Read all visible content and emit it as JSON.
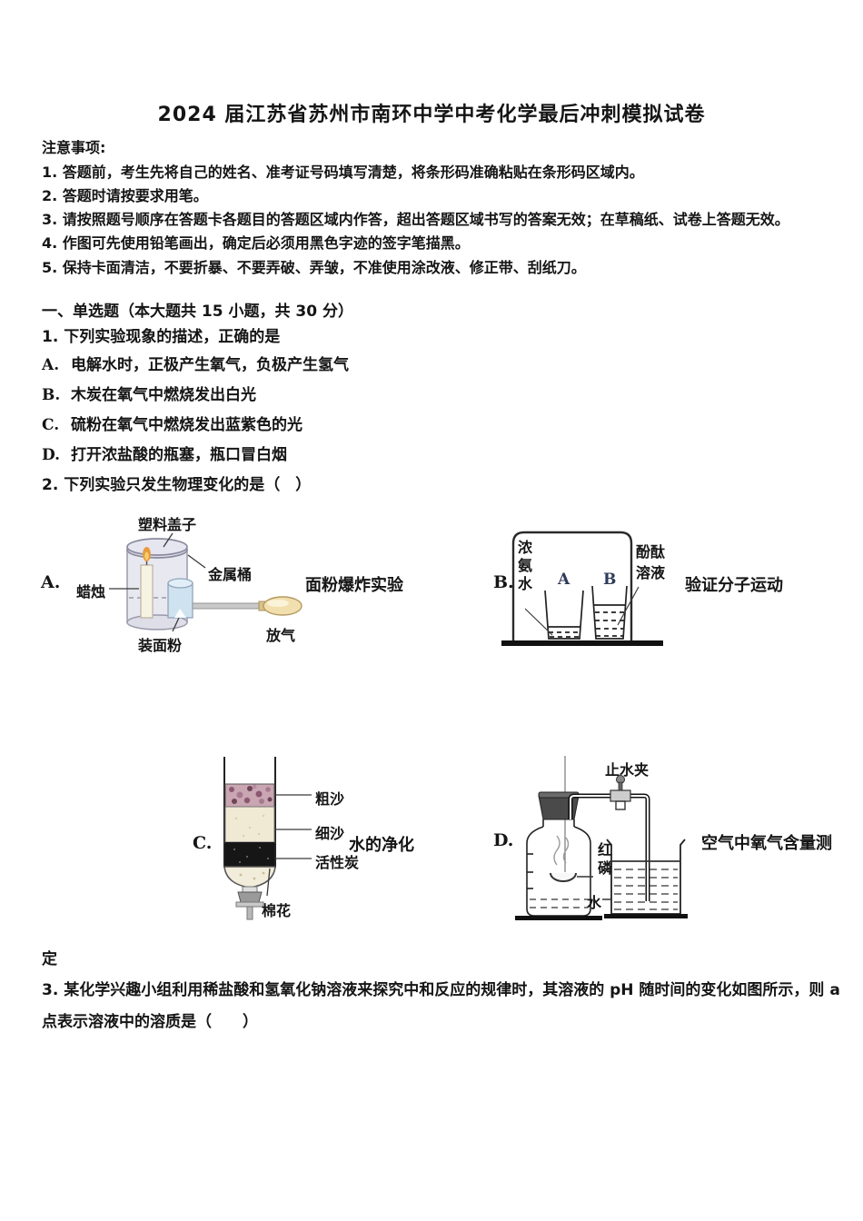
{
  "title": "2024 届江苏省苏州市南环中学中考化学最后冲刺模拟试卷",
  "notice": {
    "heading": "注意事项:",
    "items": [
      "1. 答题前，考生先将自己的姓名、准考证号码填写清楚，将条形码准确粘贴在条形码区域内。",
      "2. 答题时请按要求用笔。",
      "3. 请按照题号顺序在答题卡各题目的答题区域内作答，超出答题区域书写的答案无效；在草稿纸、试卷上答题无效。",
      "4. 作图可先使用铅笔画出，确定后必须用黑色字迹的签字笔描黑。",
      "5. 保持卡面清洁，不要折暴、不要弄破、弄皱，不准使用涂改液、修正带、刮纸刀。"
    ]
  },
  "section": {
    "heading": "一、单选题（本大题共 15 小题，共 30 分）"
  },
  "q1": {
    "stem": "1. 下列实验现象的描述，正确的是",
    "options": [
      {
        "label": "A.",
        "text": "电解水时，正极产生氧气，负极产生氢气"
      },
      {
        "label": "B.",
        "text": "木炭在氧气中燃烧发出白光"
      },
      {
        "label": "C.",
        "text": "硫粉在氧气中燃烧发出蓝紫色的光"
      },
      {
        "label": "D.",
        "text": "打开浓盐酸的瓶塞，瓶口冒白烟"
      }
    ]
  },
  "q2": {
    "stem": "2. 下列实验只发生物理变化的是（　）",
    "diagrams": {
      "a": {
        "option_label": "A.",
        "caption": "面粉爆炸实验",
        "labels": {
          "lid": "塑料盖子",
          "candle": "蜡烛",
          "bucket": "金属桶",
          "flour": "装面粉",
          "vent": "放气"
        }
      },
      "b": {
        "option_label": "B.",
        "caption": "验证分子运动",
        "labels": {
          "ammonia": "浓氨水",
          "beaker_a": "A",
          "beaker_b": "B",
          "phenolphthalein": "酚酞溶液"
        }
      },
      "c": {
        "option_label": "C.",
        "caption": "水的净化",
        "labels": {
          "coarse_sand": "粗沙",
          "fine_sand": "细沙",
          "activated_carbon": "活性炭",
          "cotton": "棉花"
        }
      },
      "d": {
        "option_label": "D.",
        "caption": "空气中氧气含量测",
        "caption_overflow": "定",
        "labels": {
          "pinch_clamp": "止水夹",
          "red_phosphorus": "红磷",
          "water": "水"
        }
      }
    }
  },
  "q3": {
    "line1": "3. 某化学兴趣小组利用稀盐酸和氢氧化钠溶液来探究中和反应的规律时，其溶液的 pH 随时间的变化如图所示，则 a",
    "line2": "点表示溶液中的溶质是（　　）"
  },
  "colors": {
    "text": "#151515",
    "beaker_letter_blue": "#2f3b5c",
    "bucket_fill": "#e8e8f0",
    "flour_cup_fill": "#cfe2f0",
    "pump_bulb_fill": "#f2dfae",
    "flame_orange": "#e89b3c",
    "coarse_sand_pink": "#c9a6b2",
    "fine_sand_cream": "#f0ead4",
    "activated_carbon_black": "#161616"
  }
}
